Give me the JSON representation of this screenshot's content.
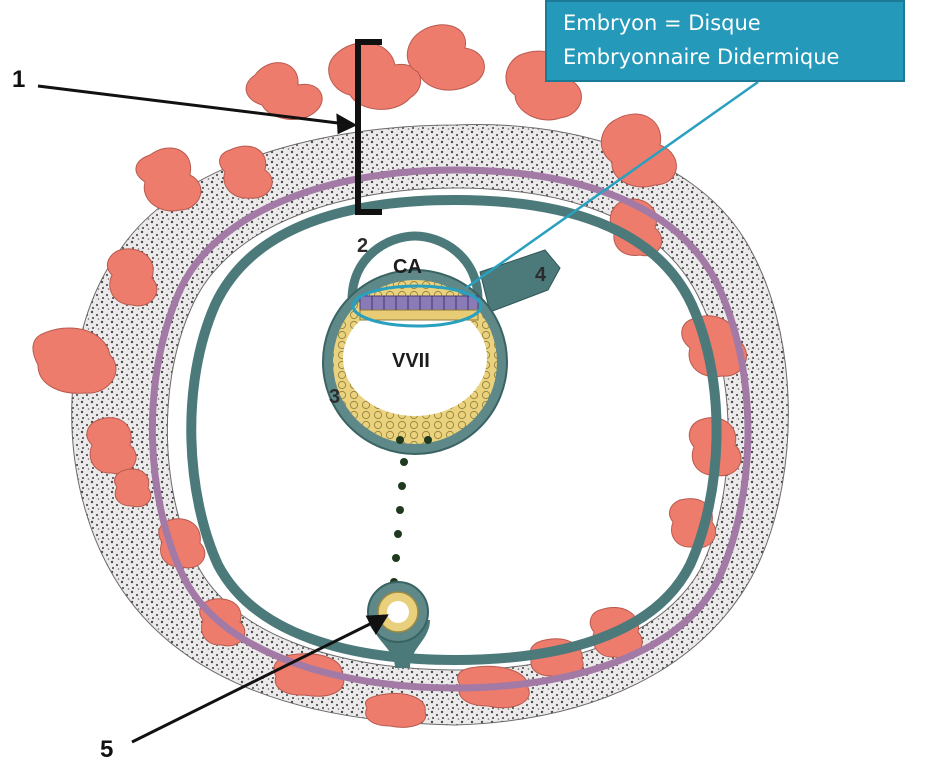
{
  "callout": {
    "line1": "Embryon = Disque",
    "line2": "Embryonnaire Didermique",
    "color": "#2499b9"
  },
  "labels": {
    "l1": "1",
    "l2": "2",
    "l3": "3",
    "l4": "4",
    "l5": "5",
    "ca": "CA",
    "vvii": "VVII"
  },
  "colors": {
    "trophoblast": "#e8e4e6",
    "villi": "#ee7c6c",
    "mesoderm": "#4c7a7a",
    "cytotrophoblast": "#a37aa6",
    "yolk": "#e8cf7a",
    "amnion_ring": "#2aa0c0"
  }
}
